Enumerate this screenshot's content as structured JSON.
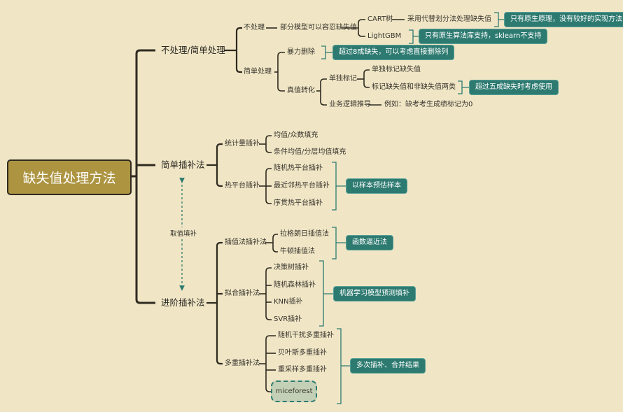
{
  "root": "缺失值处理方法",
  "branches": {
    "b1": {
      "label": "不处理/简单处理",
      "no_process": {
        "label": "不处理",
        "child": "部分模型可以容忍缺失值",
        "cart": "CART树",
        "cart_desc": "采用代替划分法处理缺失值",
        "cart_note": "只有原生原理，没有较好的实现方法",
        "lgbm": "LightGBM",
        "lgbm_note": "只有原生算法库支持，sklearn不支持"
      },
      "simple": {
        "label": "简单处理",
        "drop": "暴力删除",
        "drop_note": "超过8成缺失，可以考虑直接删除列",
        "convert": "真值转化",
        "mark": "单独标记",
        "mark_items": [
          "单独标记缺失值",
          "标记缺失值和非缺失值两类"
        ],
        "mark_note": "超过五成缺失时考虑使用",
        "logic": "业务逻辑推导",
        "logic_example": "例如：缺考考生成绩标记为0"
      }
    },
    "b2": {
      "label": "简单插补法",
      "stat": {
        "label": "统计量插补",
        "items": [
          "均值/众数填充",
          "条件均值/分层均值填充"
        ]
      },
      "hot": {
        "label": "热平台插补",
        "items": [
          "随机热平台插补",
          "最近邻热平台插补",
          "序贯热平台插补"
        ],
        "note": "以样本预估样本"
      }
    },
    "relation_label": "取值填补",
    "b3": {
      "label": "进阶插补法",
      "interp": {
        "label": "插值法插补法",
        "items": [
          "拉格朗日插值法",
          "牛顿插值法"
        ],
        "note": "函数逼近法"
      },
      "fit": {
        "label": "拟合插补法",
        "items": [
          "决策树插补",
          "随机森林插补",
          "KNN插补",
          "SVR插补"
        ],
        "note": "机器学习模型预测填补"
      },
      "multi": {
        "label": "多重插补法",
        "items": [
          "随机干扰多重插补",
          "贝叶斯多重插补",
          "重采样多重插补",
          "miceforest"
        ],
        "note": "多次插补、合并结果"
      }
    }
  },
  "colors": {
    "background": "#f0e6c6",
    "root": "#ad9441",
    "accent": "#2d7a70",
    "line": "#2f2a20"
  }
}
